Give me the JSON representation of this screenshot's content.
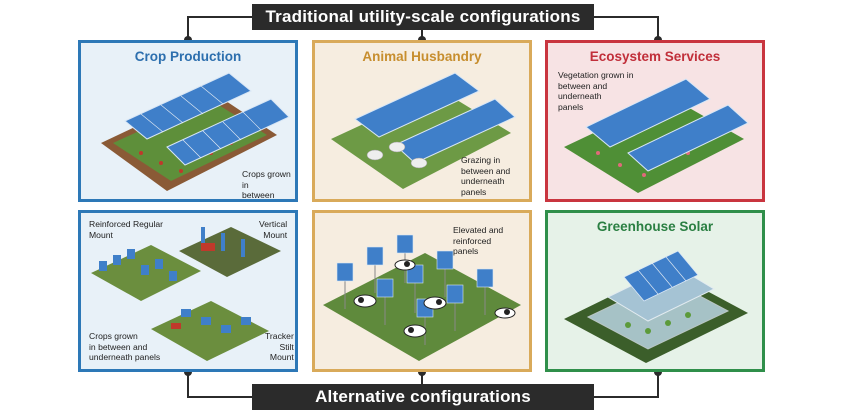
{
  "banners": {
    "top": "Traditional utility-scale configurations",
    "bottom": "Alternative configurations"
  },
  "panels": {
    "crop_production": {
      "title": "Crop Production",
      "note": [
        "Crops grown in",
        "between rows"
      ],
      "border_color": "#2d78b7"
    },
    "animal_husbandry": {
      "title": "Animal Husbandry",
      "note": [
        "Grazing in",
        "between and",
        "underneath panels"
      ],
      "border_color": "#d9aa5a"
    },
    "ecosystem_services": {
      "title": "Ecosystem Services",
      "note": [
        "Vegetation grown in",
        "between and",
        "underneath",
        "panels"
      ],
      "border_color": "#c9353f"
    },
    "alternative_crops": {
      "labels": {
        "reinforced": [
          "Reinforced Regular",
          "Mount"
        ],
        "vertical": [
          "Vertical",
          "Mount"
        ],
        "crops": [
          "Crops grown",
          "in between and",
          "underneath panels"
        ],
        "tracker": [
          "Tracker",
          "Stilt",
          "Mount"
        ]
      },
      "border_color": "#2d78b7"
    },
    "elevated": {
      "note": [
        "Elevated and",
        "reinforced",
        "panels"
      ],
      "border_color": "#d9aa5a"
    },
    "greenhouse": {
      "title": "Greenhouse Solar",
      "border_color": "#2f8f4a"
    }
  },
  "icons": [
    "solar-array-illustration",
    "sheep-illustration",
    "cow-illustration",
    "tractor-illustration",
    "greenhouse-illustration"
  ]
}
